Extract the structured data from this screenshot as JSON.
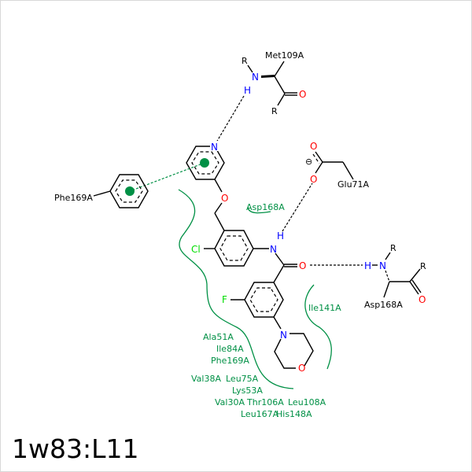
{
  "title": "1w83:L11",
  "atoms": {
    "N": "N",
    "H": "H",
    "O": "O",
    "R": "R",
    "Cl": "Cl",
    "F": "F",
    "minus": "⊖"
  },
  "residues": {
    "met109": "Met109A",
    "glu71": "Glu71A",
    "asp168_hbond": "Asp168A",
    "asp168_contact": "Asp168A",
    "phe169_pi": "Phe169A",
    "ile141": "Ile141A"
  },
  "hydrophobic_contacts": [
    "Ala51A",
    "Ile84A",
    "Phe169A",
    "Val38A",
    "Leu75A",
    "Lys53A",
    "Val30A",
    "Thr106A",
    "Leu108A",
    "Leu167A",
    "His148A"
  ],
  "colors": {
    "hydrophobic": "#009045",
    "nitrogen": "#0000ff",
    "oxygen": "#ff0000",
    "halogen": "#00dd00"
  }
}
